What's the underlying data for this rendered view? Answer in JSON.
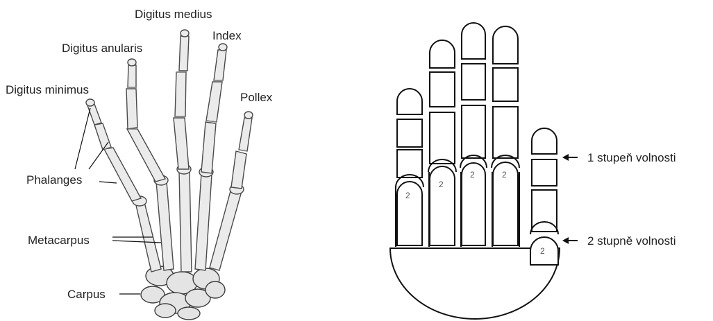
{
  "left_figure": {
    "labels": {
      "digitus_medius": "Digitus medius",
      "index": "Index",
      "digitus_anularis": "Digitus anularis",
      "digitus_minimus": "Digitus minimus",
      "pollex": "Pollex",
      "phalanges": "Phalanges",
      "metacarpus": "Metacarpus",
      "carpus": "Carpus"
    }
  },
  "right_figure": {
    "joint_number_2": "2",
    "annotations": {
      "one_dof": "1 stupeň volnosti",
      "two_dof": "2 stupně volnosti"
    }
  }
}
